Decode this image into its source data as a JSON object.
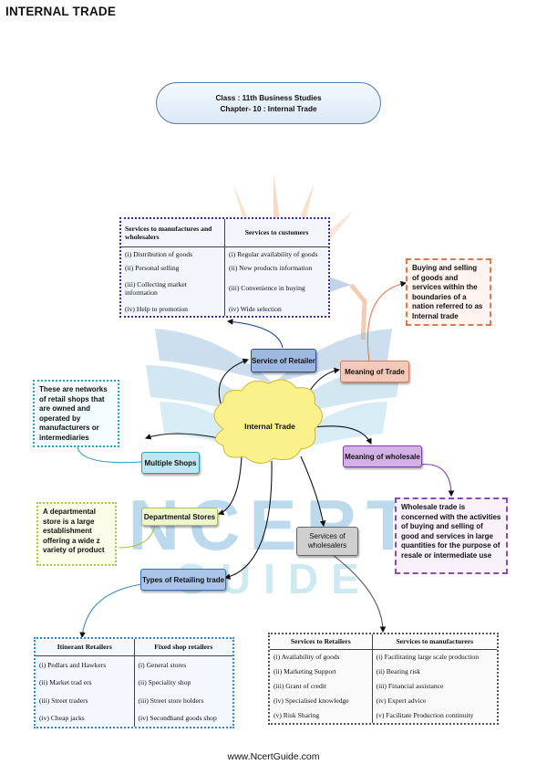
{
  "page_title": "INTERNAL TRADE",
  "class_box": {
    "line1": "Class : 11th Business Studies",
    "line2": "Chapter- 10 : Internal Trade"
  },
  "center": "Internal Trade",
  "nodes": {
    "service_retailer": "Service of Retailer",
    "meaning_trade": "Meaning of Trade",
    "meaning_wholesale": "Meaning of wholesale",
    "services_wholesalers": "Services of wholesalers",
    "multiple_shops": "Multiple Shops",
    "departmental_stores": "Departmental Stores",
    "types_retailing": "Types of Retailing trade"
  },
  "notes": {
    "meaning_trade": "Buying and selling of goods and services within the boundaries of a nation referred to as Internal trade",
    "meaning_wholesale": "Wholesale trade is concerned with the activities of buying and selling of good and services in large quantities for the purpose of resale or intermediate use",
    "multiple_shops": "These are networks of retail shops that are owned and operated by manufacturers or intermediaries",
    "departmental_stores": "A departmental store is a large establishment offering a wide z variety of product"
  },
  "retailer_table": {
    "headers": [
      "Services to manufactures and wholesalers",
      "Services to customers"
    ],
    "left": [
      "(i) Distribution of goods",
      "(ii) Personal selling",
      "(iii) Collecting market information",
      "(iv) Help to promotion"
    ],
    "right": [
      "(i) Regular availability of goods",
      "(ii) New products information",
      "(iii) Convenience in buying",
      "(iv) Wide selection"
    ]
  },
  "retailing_table": {
    "headers": [
      "Itinerant Retailers",
      "Fixed shop retailers"
    ],
    "left": [
      "(i) Pedlars and Hawkers",
      "(ii) Market trad ers",
      "(iii) Street traders",
      "(iv) Cheap jacks"
    ],
    "right": [
      "(i) General stores",
      "(ii) Speciality shop",
      "(iii) Street store holders",
      "(iv) Secondhand goods shop"
    ]
  },
  "wholesaler_table": {
    "headers": [
      "Services to Retailers",
      "Services to manufacturers"
    ],
    "left": [
      "(i) Availability of goods",
      "(ii) Marketing Support",
      "(iii) Grant of credit",
      "(iv) Specialised knowledge",
      "(v) Risk Sharing"
    ],
    "right": [
      "(i) Facilitating large scale production",
      "(ii) Bearing risk",
      "(iii) Financial assistance",
      "(iv) Expert advice",
      "(v) Facilitate Production continuity"
    ]
  },
  "watermark": {
    "line1": "NCERT",
    "line2": "GUIDE"
  },
  "footer": "www.NcertGuide.com",
  "colors": {
    "retailer_node": "#9fb8df",
    "trade_node": "#f6c8b8",
    "wholesale_node": "#d3b1e6",
    "wholesalers_node": "#cfcfcf",
    "multiple_node": "#bfe6ee",
    "departmental_node": "#eef5cf",
    "types_node": "#a9c5ea",
    "cloud": "#fbf18a"
  }
}
